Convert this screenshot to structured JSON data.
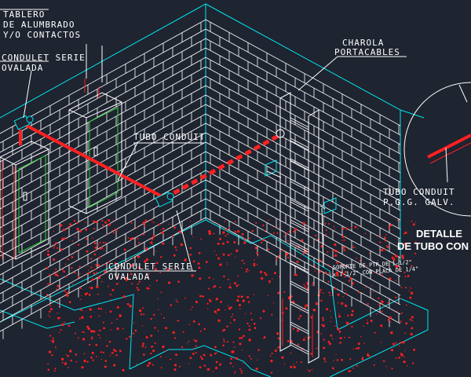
{
  "labels": {
    "tablero": [
      "TABLERO",
      "DE ALUMBRADO",
      "Y/O CONTACTOS"
    ],
    "condulet_top": [
      "CONDULET SERIE",
      "OVALADA"
    ],
    "tubo_conduit": "TUBO CONDUIT",
    "charola": [
      "CHAROLA",
      "PORTACABLES"
    ],
    "condulet_bottom": [
      "CONDULET SERIE",
      "OVALADA"
    ],
    "tubo_detail": [
      "TUBO CONDUIT",
      "P.G.G. GALV."
    ],
    "detalle": [
      "DETALLE",
      "DE TUBO CON"
    ],
    "soporte": [
      "SOPORTE DE PTR DE 1-1/2\"",
      "x 1-1/2\" CON PLACA DE 1/4\""
    ]
  },
  "colors": {
    "background": "#1e2430",
    "wall_lines": "#00e5ee",
    "brick_lines": "#ffffff",
    "conduit": "#ff2020",
    "panel_outline": "#2fd23a"
  }
}
